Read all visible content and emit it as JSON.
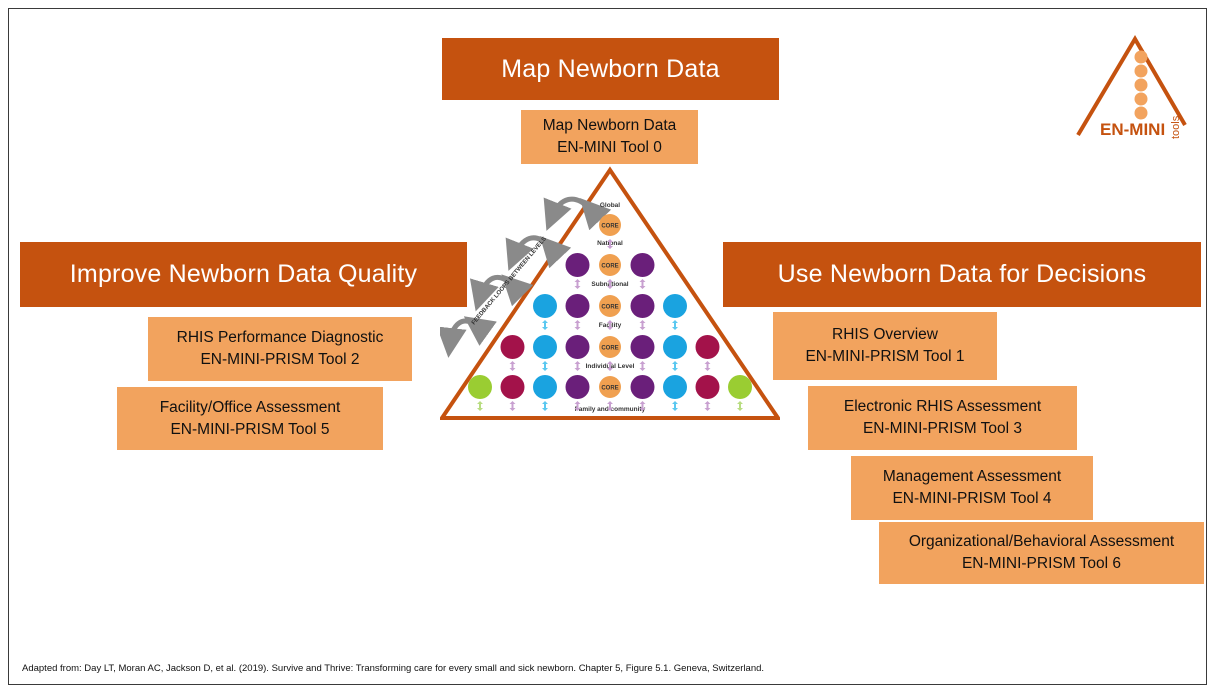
{
  "headers": {
    "map": "Map Newborn Data",
    "improve": "Improve Newborn Data Quality",
    "use": "Use Newborn Data for Decisions"
  },
  "tools": {
    "tool0": {
      "line1": "Map Newborn Data",
      "line2": "EN-MINI Tool 0"
    },
    "tool2": {
      "line1": "RHIS Performance Diagnostic",
      "line2": "EN-MINI-PRISM Tool 2"
    },
    "tool5": {
      "line1": "Facility/Office Assessment",
      "line2": "EN-MINI-PRISM Tool 5"
    },
    "tool1": {
      "line1": "RHIS Overview",
      "line2": "EN-MINI-PRISM Tool 1"
    },
    "tool3": {
      "line1": "Electronic RHIS Assessment",
      "line2": "EN-MINI-PRISM Tool 3"
    },
    "tool4": {
      "line1": "Management Assessment",
      "line2": "EN-MINI-PRISM Tool 4"
    },
    "tool6": {
      "line1": "Organizational/Behavioral Assessment",
      "line2": "EN-MINI-PRISM Tool 6"
    }
  },
  "pyramid": {
    "feedback_label": "FEEDBACK LOOPS BETWEEN LEVELS",
    "core_label": "CORE",
    "levels": [
      "Global",
      "National",
      "Subnational",
      "Facility",
      "Individual Level",
      "Family and community"
    ]
  },
  "logo": {
    "text": "EN-MINI",
    "suffix": "tools"
  },
  "footer": "Adapted from: Day LT, Moran AC, Jackson D, et al. (2019). Survive and Thrive: Transforming care for every small and sick newborn. Chapter 5, Figure 5.1. Geneva, Switzerland.",
  "colors": {
    "header_bg": "#c5520f",
    "tool_bg": "#f2a35e",
    "core": "#f0a050",
    "purple": "#6a1f7a",
    "blue": "#1aa3e0",
    "crimson": "#a3124a",
    "green": "#9acd32"
  }
}
